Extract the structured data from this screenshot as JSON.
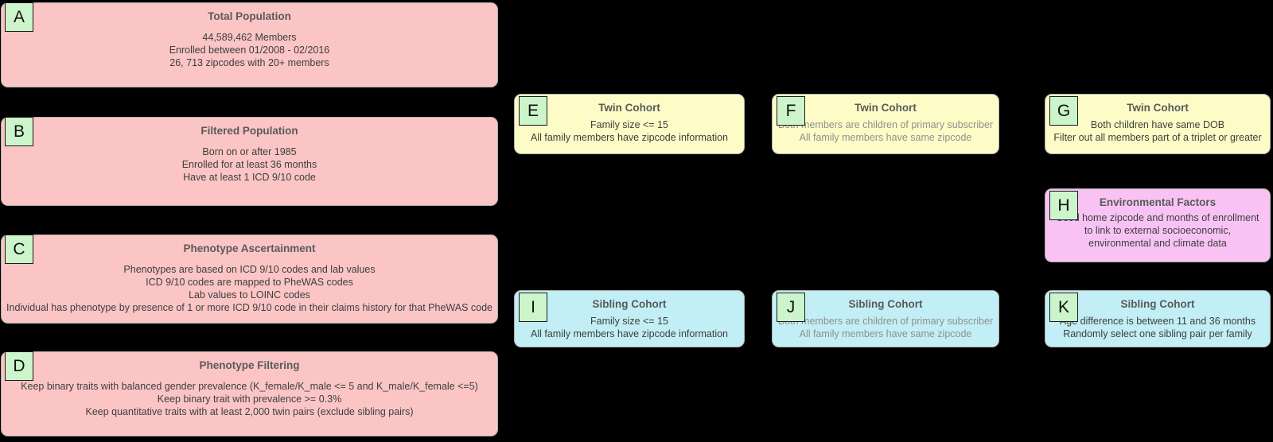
{
  "diagram": {
    "background": "#000000",
    "palette": {
      "population_box_fill": "#fbc5c5",
      "twin_box_fill": "#fdfcc6",
      "sibling_box_fill": "#c2eff5",
      "environment_box_fill": "#f8c3f4",
      "label_square_fill": "#cdf5cc",
      "box_border": "#b0b0b0",
      "label_square_border": "#1a1a1a",
      "title_text": "#5a5a5a",
      "body_text": "#3e3e3e",
      "muted_body_text": "#8f8f8f"
    },
    "boxes": {
      "a": {
        "label": "A",
        "title": "Total Population",
        "lines": [
          "44,589,462 Members",
          "Enrolled between 01/2008 - 02/2016",
          "26, 713 zipcodes with 20+ members"
        ]
      },
      "b": {
        "label": "B",
        "title": "Filtered Population",
        "lines": [
          "Born on or after 1985",
          "Enrolled for at least 36 months",
          "Have at least 1 ICD 9/10 code"
        ]
      },
      "c": {
        "label": "C",
        "title": "Phenotype Ascertainment",
        "lines": [
          "Phenotypes are based on ICD 9/10 codes and lab values",
          "ICD 9/10 codes are mapped to PheWAS codes",
          "Lab values to LOINC codes",
          "Individual has phenotype by presence of 1 or more ICD 9/10 code in their claims history for that PheWAS code"
        ]
      },
      "d": {
        "label": "D",
        "title": "Phenotype Filtering",
        "lines": [
          "Keep binary traits with balanced gender prevalence (K_female/K_male <= 5 and K_male/K_female <=5)",
          "Keep binary trait with prevalence >= 0.3%",
          "Keep quantitative traits with at least 2,000 twin pairs (exclude sibling pairs)"
        ]
      },
      "e": {
        "label": "E",
        "title": "Twin Cohort",
        "lines": [
          "Family size <= 15",
          "All family members have zipcode information"
        ]
      },
      "f": {
        "label": "F",
        "title": "Twin Cohort",
        "lines": [
          "Both members are children of primary subscriber",
          "All family members have same zipcode"
        ]
      },
      "g": {
        "label": "G",
        "title": "Twin Cohort",
        "lines": [
          "Both children have same DOB",
          "Filter out all members part of a triplet or greater"
        ]
      },
      "h": {
        "label": "H",
        "title": "Environmental Factors",
        "text": "Used home zipcode and months of enrollment to link to external socioeconomic, environmental and climate data"
      },
      "i": {
        "label": "I",
        "title": "Sibling Cohort",
        "lines": [
          "Family size <= 15",
          "All family members have zipcode information"
        ]
      },
      "j": {
        "label": "J",
        "title": "Sibling Cohort",
        "lines": [
          "Both members are children of primary subscriber",
          "All family members have same zipcode"
        ]
      },
      "k": {
        "label": "K",
        "title": "Sibling Cohort",
        "lines": [
          "Age difference is between 11 and 36 months",
          "Randomly select one sibling pair per family"
        ]
      }
    }
  }
}
